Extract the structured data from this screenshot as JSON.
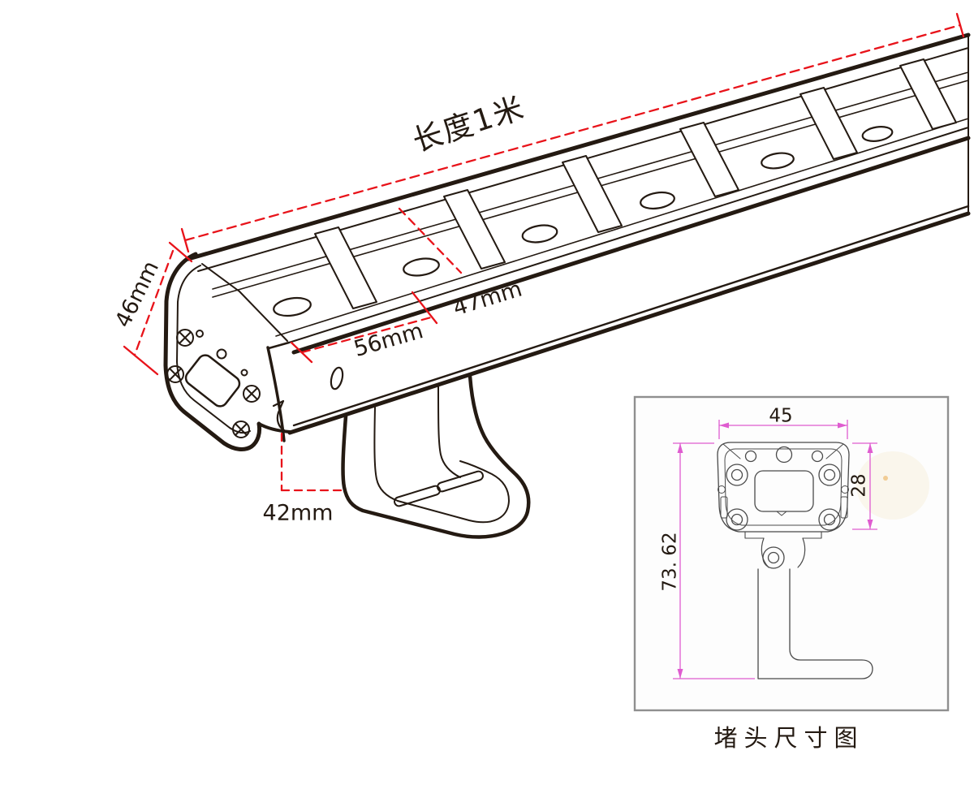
{
  "main_drawing": {
    "length_label": "长度1米",
    "height_label": "46mm",
    "pitch_label": "47mm",
    "module_label": "56mm",
    "bracket_label": "42mm"
  },
  "inset": {
    "width_label": "45",
    "depth_label": "28",
    "height_label": "73. 62",
    "caption": "堵头尺寸图"
  },
  "colors": {
    "ink": "#241a12",
    "dimension_red": "#e8131a",
    "dimension_magenta": "#df5cd0",
    "inset_border": "#8f8f8f",
    "background": "#ffffff"
  }
}
